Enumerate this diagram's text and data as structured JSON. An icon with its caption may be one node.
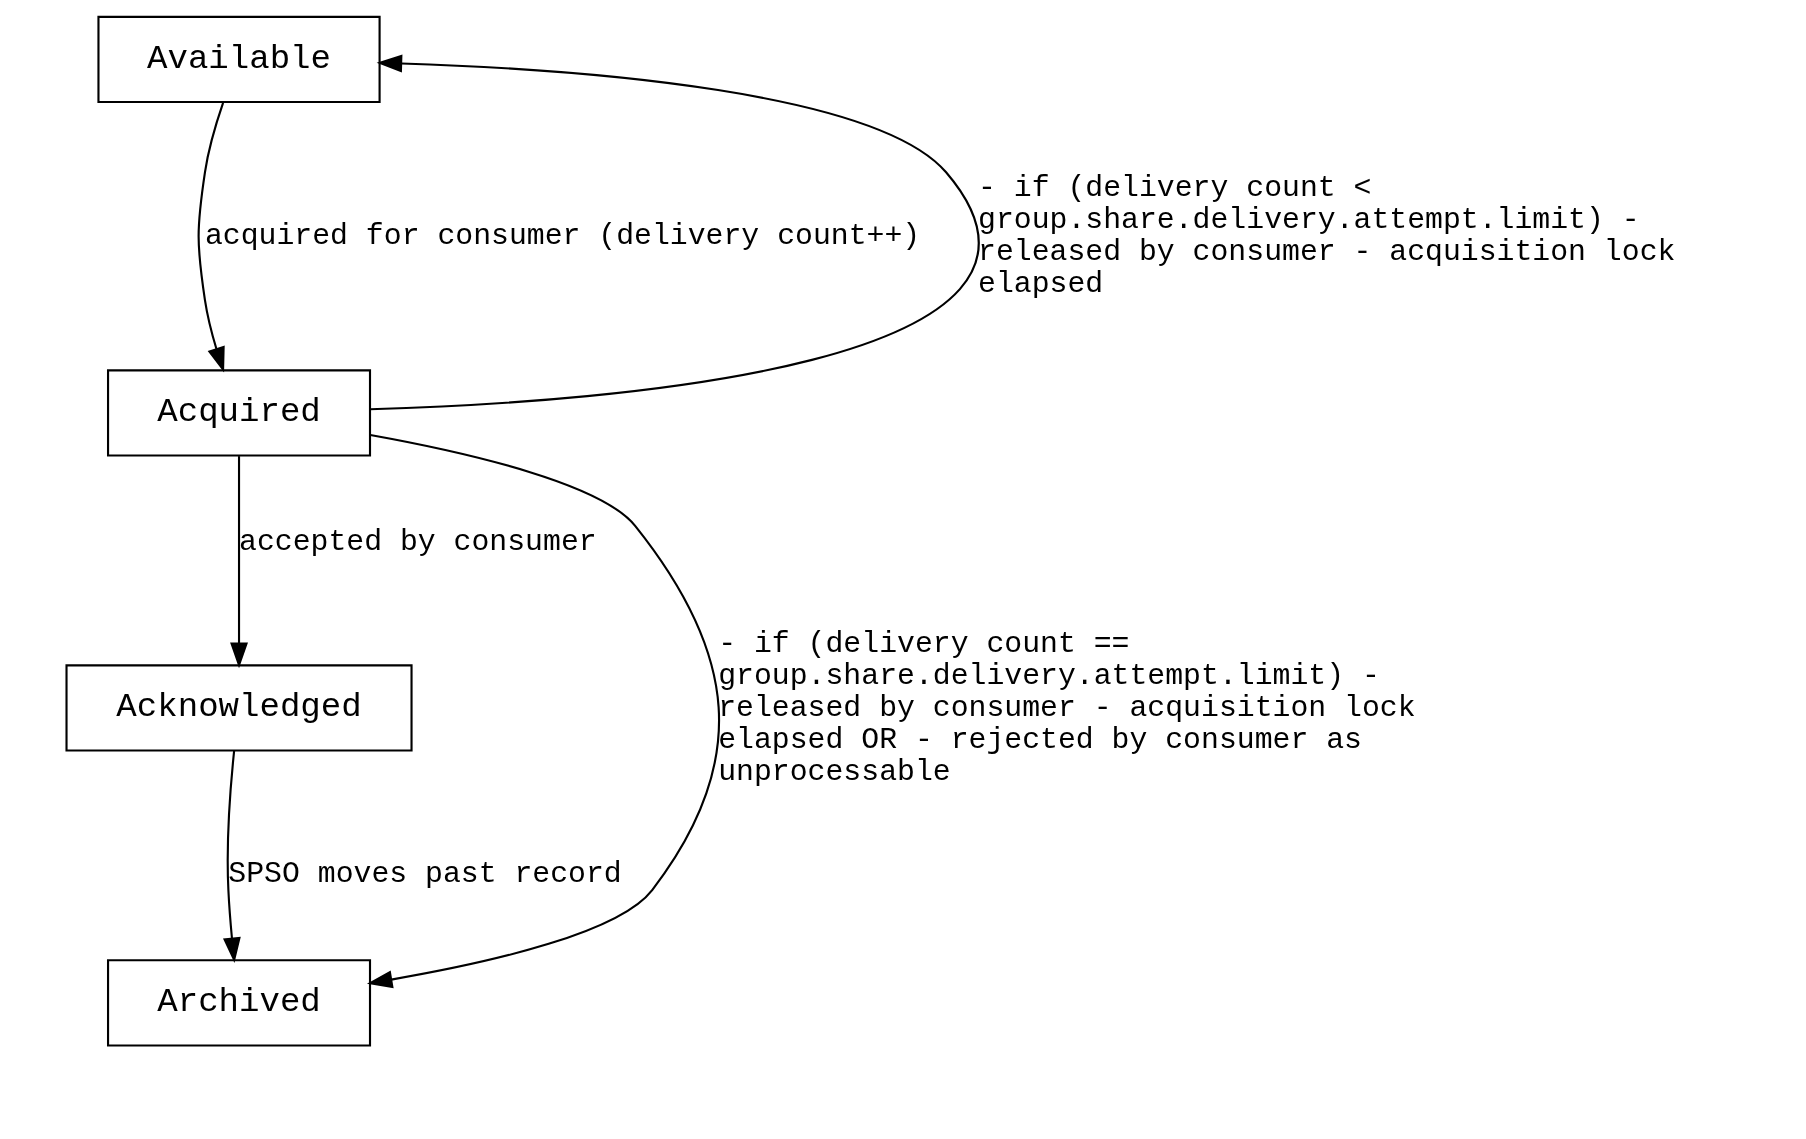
{
  "diagram": {
    "nodes": [
      {
        "text": [
          "Available"
        ]
      },
      {
        "text": [
          "Acquired"
        ]
      },
      {
        "text": [
          "Acknowledged"
        ]
      },
      {
        "text": [
          "Archived"
        ]
      }
    ],
    "edges": [
      {
        "from": 0,
        "to": 1,
        "arrow": "to",
        "label": "acquired for consumer (delivery count++)"
      },
      {
        "from": 1,
        "to": 0,
        "arrow": "to",
        "label": "- if (delivery count < group.share.delivery.attempt.limit) - released by consumer - acquisition lock elapsed"
      },
      {
        "from": 1,
        "to": 2,
        "arrow": "to",
        "label": "accepted by consumer"
      },
      {
        "from": 1,
        "to": 3,
        "arrow": "to",
        "label": "- if (delivery count == group.share.delivery.attempt.limit) - released by consumer - acquisition lock elapsed OR - rejected by consumer as unprocessable"
      },
      {
        "from": 2,
        "to": 3,
        "arrow": "to",
        "label": "SPSO moves past record"
      }
    ]
  }
}
